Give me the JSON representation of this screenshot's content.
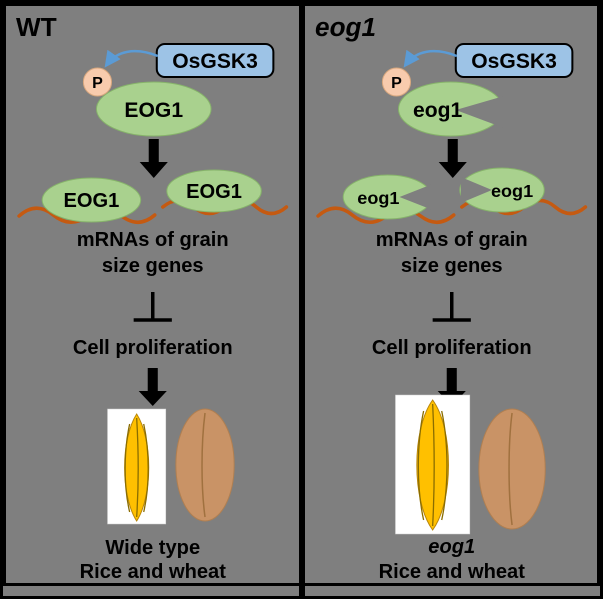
{
  "colors": {
    "bg": "#7f7f7f",
    "kinase_blue": "#9DC3E6",
    "phospho_peach": "#F8CBAD",
    "protein_green": "#A9D18E",
    "mrna_orange": "#C55A11",
    "rice_gold": "#FFC000",
    "rice_line": "#8a6d00",
    "wheat_tan": "#C99366",
    "wheat_line": "#a0713f",
    "arrow_blue": "#5B9BD5",
    "white": "#ffffff"
  },
  "panels": [
    {
      "title": "WT",
      "kinase_label": "OsGSK3",
      "phospho_label": "P",
      "protein_label": "EOG1",
      "mrna_protein_left": "EOG1",
      "mrna_protein_right": "EOG1",
      "mrna_text_line1": "mRNAs of grain",
      "mrna_text_line2": "size genes",
      "process_label": "Cell proliferation",
      "caption_line1": "Wide type",
      "caption_line2": "Rice and wheat"
    },
    {
      "title": "eog1",
      "kinase_label": "OsGSK3",
      "phospho_label": "P",
      "protein_label": "eog1",
      "mrna_protein_left": "eog1",
      "mrna_protein_right": "eog1",
      "mrna_text_line1": "mRNAs of grain",
      "mrna_text_line2": "size genes",
      "process_label": "Cell proliferation",
      "caption_line1": "eog1",
      "caption_line2": "Rice and wheat"
    }
  ]
}
